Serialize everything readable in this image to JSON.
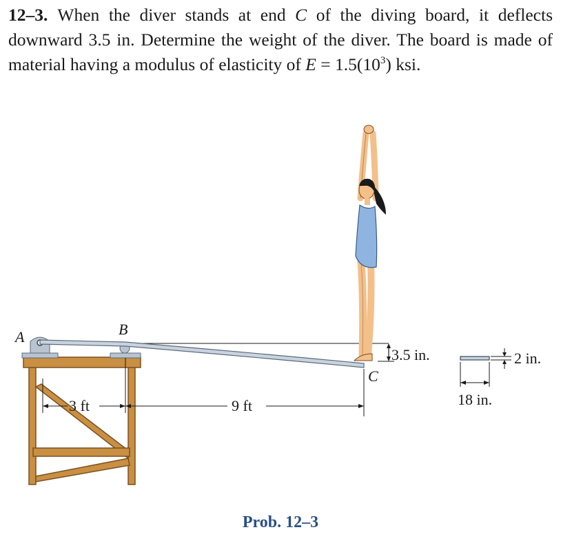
{
  "problem": {
    "number": "12–3.",
    "text_1": "When the diver stands at end ",
    "point_c": "C",
    "text_2": " of the diving board, it deflects downward 3.5 in. Determine the weight of the diver. The board is made of material having a modulus of elasticity of ",
    "symbol_e": "E",
    "text_3": " = 1.5(10",
    "exponent": "3",
    "text_4": ") ksi."
  },
  "figure": {
    "label_a": "A",
    "label_b": "B",
    "label_c": "C",
    "dim_span_ab": "3 ft",
    "dim_span_bc": "9 ft",
    "dim_deflection": "3.5 in.",
    "section_thickness": "2 in.",
    "section_width": "18 in.",
    "colors": {
      "wood": "#c98f42",
      "wood_dark": "#7a5020",
      "board": "#c9d2de",
      "swimsuit": "#8fb4e0",
      "skin": "#f3c08a",
      "hair": "#1a1a1a"
    }
  },
  "caption": "Prob. 12–3"
}
